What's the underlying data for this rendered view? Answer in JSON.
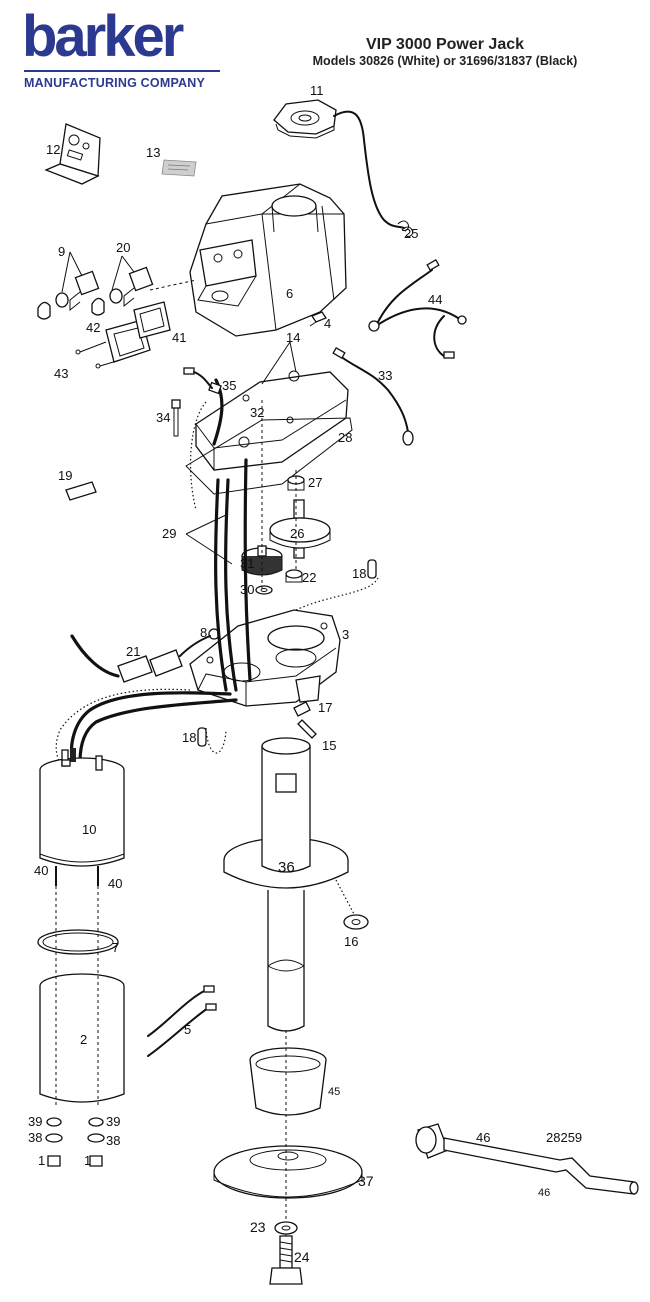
{
  "logo": {
    "word": "barker",
    "subtitle": "MANUFACTURING COMPANY",
    "color": "#2b3990"
  },
  "header": {
    "title": "VIP 3000 Power Jack",
    "subtitle": "Models 30826 (White) or 31696/31837 (Black)"
  },
  "callouts": [
    {
      "id": "c11",
      "text": "11"
    },
    {
      "id": "c12",
      "text": "12"
    },
    {
      "id": "c13",
      "text": "13"
    },
    {
      "id": "c25",
      "text": "25"
    },
    {
      "id": "c9",
      "text": "9"
    },
    {
      "id": "c20",
      "text": "20"
    },
    {
      "id": "c6",
      "text": "6"
    },
    {
      "id": "c44",
      "text": "44"
    },
    {
      "id": "c4",
      "text": "4"
    },
    {
      "id": "c42",
      "text": "42"
    },
    {
      "id": "c41",
      "text": "41"
    },
    {
      "id": "c43",
      "text": "43"
    },
    {
      "id": "c14",
      "text": "14"
    },
    {
      "id": "c33",
      "text": "33"
    },
    {
      "id": "c35",
      "text": "35"
    },
    {
      "id": "c34",
      "text": "34"
    },
    {
      "id": "c32",
      "text": "32"
    },
    {
      "id": "c28",
      "text": "28"
    },
    {
      "id": "c19",
      "text": "19"
    },
    {
      "id": "c27",
      "text": "27"
    },
    {
      "id": "c29",
      "text": "29"
    },
    {
      "id": "c26",
      "text": "26"
    },
    {
      "id": "c31",
      "text": "31"
    },
    {
      "id": "c22",
      "text": "22"
    },
    {
      "id": "c18a",
      "text": "18"
    },
    {
      "id": "c30",
      "text": "30"
    },
    {
      "id": "c8",
      "text": "8"
    },
    {
      "id": "c3",
      "text": "3"
    },
    {
      "id": "c21",
      "text": "21"
    },
    {
      "id": "c17",
      "text": "17"
    },
    {
      "id": "c18b",
      "text": "18"
    },
    {
      "id": "c15",
      "text": "15"
    },
    {
      "id": "c10",
      "text": "10"
    },
    {
      "id": "c36",
      "text": "36"
    },
    {
      "id": "c40a",
      "text": "40"
    },
    {
      "id": "c40b",
      "text": "40"
    },
    {
      "id": "c16",
      "text": "16"
    },
    {
      "id": "c7",
      "text": "7"
    },
    {
      "id": "c5",
      "text": "5"
    },
    {
      "id": "c2",
      "text": "2"
    },
    {
      "id": "c45",
      "text": "45"
    },
    {
      "id": "c46a",
      "text": "46"
    },
    {
      "id": "c28259",
      "text": "28259"
    },
    {
      "id": "c46b",
      "text": "46"
    },
    {
      "id": "c39a",
      "text": "39"
    },
    {
      "id": "c39b",
      "text": "39"
    },
    {
      "id": "c38a",
      "text": "38"
    },
    {
      "id": "c38b",
      "text": "38"
    },
    {
      "id": "c1a",
      "text": "1"
    },
    {
      "id": "c1b",
      "text": "1"
    },
    {
      "id": "c37",
      "text": "37"
    },
    {
      "id": "c23",
      "text": "23"
    },
    {
      "id": "c24",
      "text": "24"
    }
  ]
}
